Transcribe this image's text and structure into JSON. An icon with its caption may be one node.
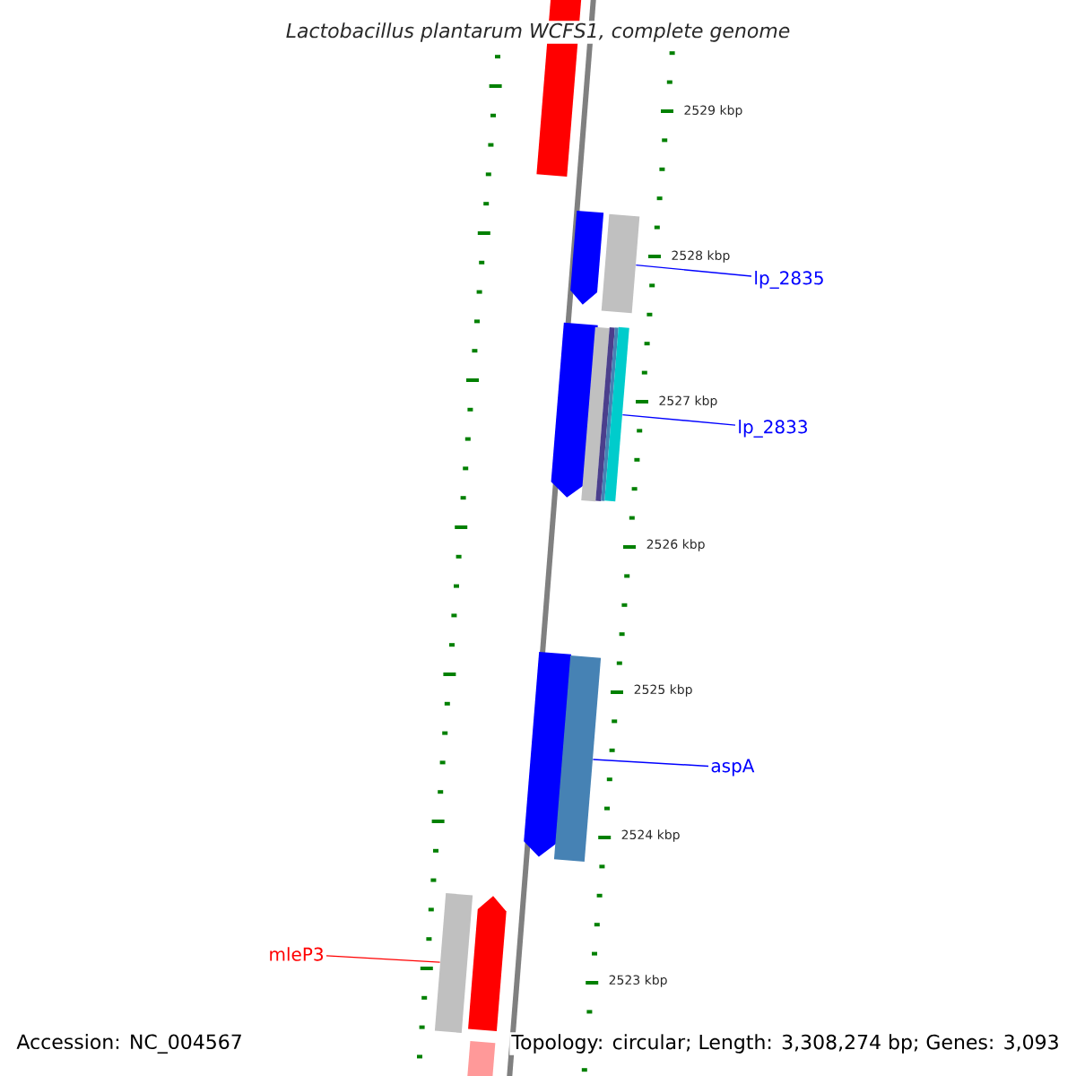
{
  "diagram": {
    "title": "Lactobacillus plantarum WCFS1, complete genome",
    "nodes": [
      {
        "text": [
          "lp_2835"
        ]
      },
      {
        "text": [
          "lp_2833"
        ]
      },
      {
        "text": [
          "aspA"
        ]
      },
      {
        "text": [
          "mleP3"
        ]
      },
      {
        "text": [],
        "shape": "bar"
      },
      {
        "text": [],
        "shape": "bar"
      },
      {
        "text": [],
        "shape": "bar"
      },
      {
        "text": [],
        "shape": "bar"
      }
    ],
    "edges": [
      {
        "from": 0,
        "to": 4,
        "arrow": "none"
      },
      {
        "from": 1,
        "to": 5,
        "arrow": "none"
      },
      {
        "from": 2,
        "to": 6,
        "arrow": "none"
      },
      {
        "from": 3,
        "to": 7,
        "arrow": "none",
        "color": "#ff0000"
      }
    ],
    "labels": [
      "2529 kbp",
      "2528 kbp",
      "2527 kbp",
      "2526 kbp",
      "2525 kbp",
      "2524 kbp",
      "2523 kbp",
      "Accession: NC_004567",
      "Topology: circular; Length: 3,308,274 bp; Genes: 3,093"
    ]
  }
}
